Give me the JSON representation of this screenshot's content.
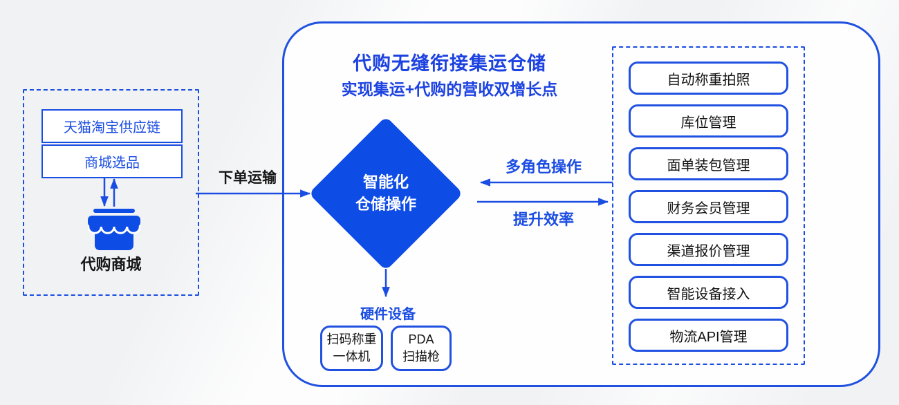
{
  "palette": {
    "accent_blue": "#1a4de2",
    "border_blue": "#2051e0",
    "diamond_blue": "#0e4ce6",
    "dark_text": "#161616",
    "background": "#f1f2f4",
    "box_fill": "#ffffff"
  },
  "left_panel": {
    "boxes": [
      {
        "label": "天猫淘宝供应链"
      },
      {
        "label": "商城选品"
      }
    ],
    "store_icon": "storefront-icon",
    "store_label": "代购商城"
  },
  "flow": {
    "order_arrow_label": "下单运输",
    "multi_role_label": "多角色操作",
    "efficiency_label": "提升效率"
  },
  "main_panel": {
    "title": "代购无缝衔接集运仓储",
    "subtitle": "实现集运+代购的营收双增长点",
    "diamond": {
      "line1": "智能化",
      "line2": "仓储操作"
    },
    "hardware": {
      "heading": "硬件设备",
      "devices": [
        {
          "line1": "扫码称重",
          "line2": "一体机"
        },
        {
          "line1": "PDA",
          "line2": "扫描枪"
        }
      ]
    }
  },
  "right_panel": {
    "items": [
      {
        "label": "自动称重拍照"
      },
      {
        "label": "库位管理"
      },
      {
        "label": "面单装包管理"
      },
      {
        "label": "财务会员管理"
      },
      {
        "label": "渠道报价管理"
      },
      {
        "label": "智能设备接入"
      },
      {
        "label": "物流API管理"
      }
    ]
  }
}
